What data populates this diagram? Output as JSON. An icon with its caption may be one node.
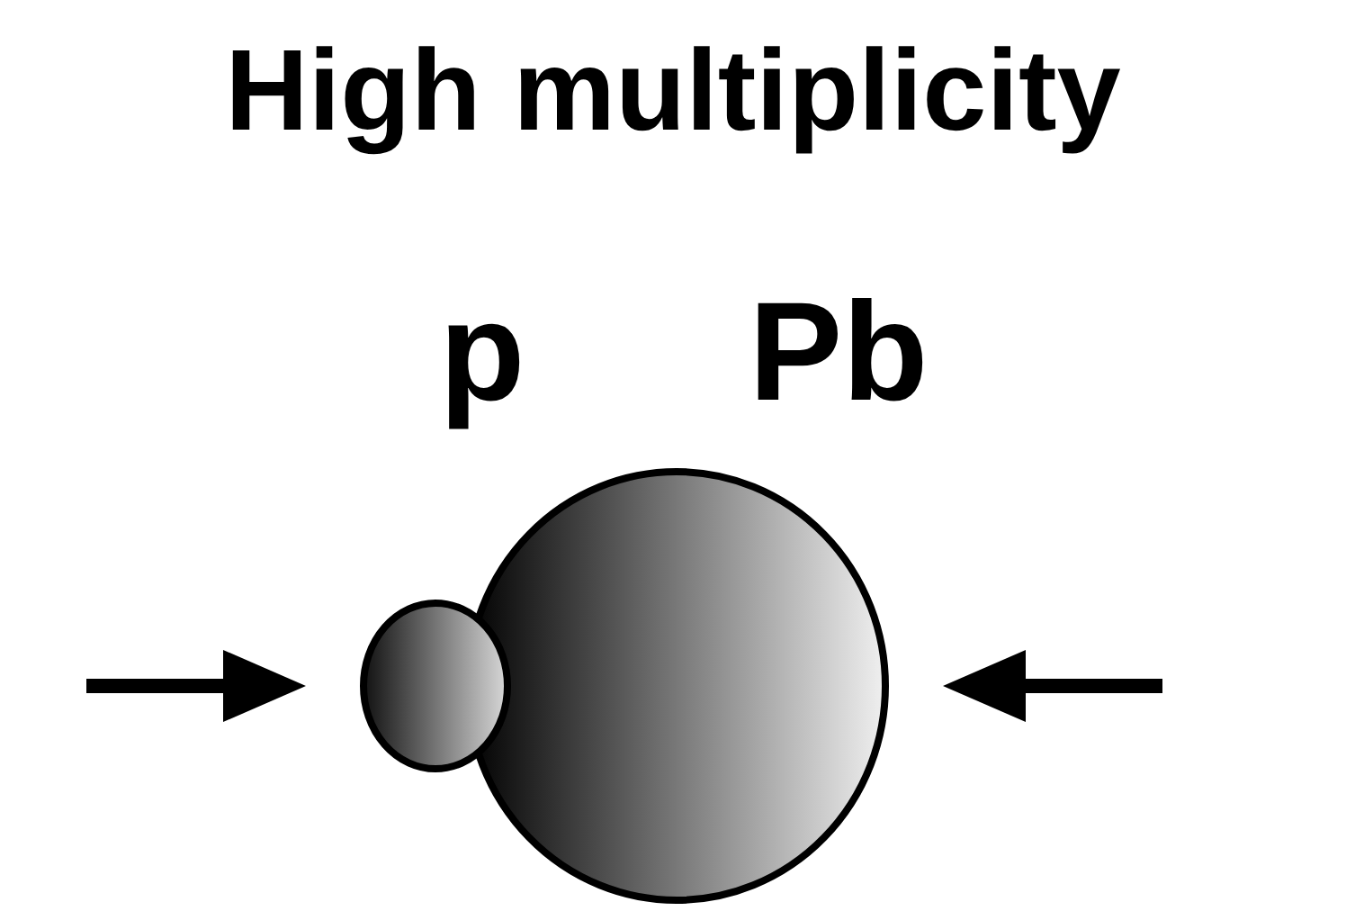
{
  "diagram": {
    "title": "High multiplicity",
    "nodes": [
      {
        "text": [
          "p"
        ]
      },
      {
        "text": [
          "Pb"
        ]
      }
    ],
    "edges": [
      {
        "from": null,
        "to": 0,
        "arrow": "to"
      },
      {
        "from": null,
        "to": 1,
        "arrow": "to"
      }
    ]
  }
}
